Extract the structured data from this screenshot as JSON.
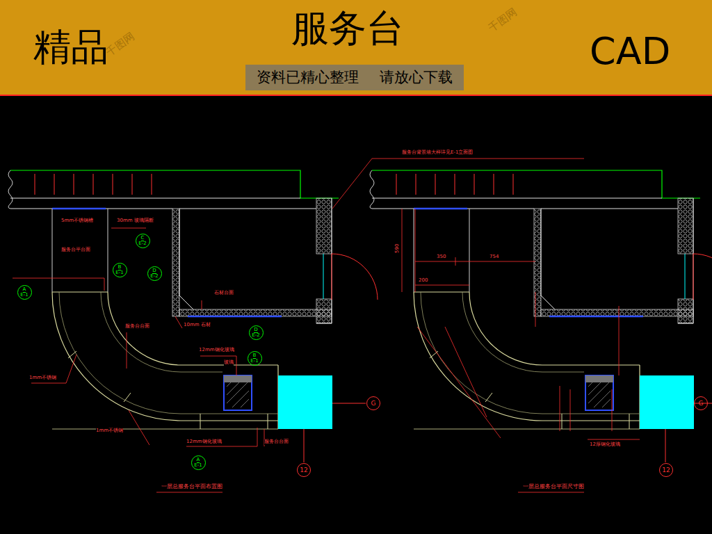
{
  "diagram": {
    "title": "服务台",
    "nodes": [
      {
        "text": [
          "资料已精心整理",
          "请放心下载"
        ]
      },
      {
        "text": [
          "A",
          "E-1"
        ]
      },
      {
        "text": [
          "C",
          "E-2"
        ]
      },
      {
        "text": [
          "B",
          "E-1"
        ]
      },
      {
        "text": [
          "D",
          "E-2"
        ]
      },
      {
        "text": [
          "D",
          "E-2"
        ]
      },
      {
        "text": [
          "B",
          "E-1"
        ]
      },
      {
        "text": [
          "A",
          "E-1"
        ]
      },
      {
        "text": [
          "G"
        ]
      },
      {
        "text": [
          "12"
        ]
      },
      {
        "text": [
          "G"
        ]
      },
      {
        "text": [
          "12"
        ]
      }
    ],
    "labels": [
      "精品",
      "CAD",
      "千图网",
      "千图网",
      "5mm不锈钢槽",
      "30mm 玻璃隔断",
      "服务台平台面",
      "石材台面",
      "10mm 石材",
      "服务台台面",
      "12mm钢化玻璃",
      "玻璃",
      "1mm不锈钢",
      "1mm不锈钢",
      "12mm钢化玻璃",
      "服务台台面",
      "一层总服务台平面布置图",
      "服务台背景墙大样详见E-1立面图",
      "590",
      "350",
      "754",
      "200",
      "12厚钢化玻璃",
      "一层总服务台平面尺寸图"
    ]
  }
}
